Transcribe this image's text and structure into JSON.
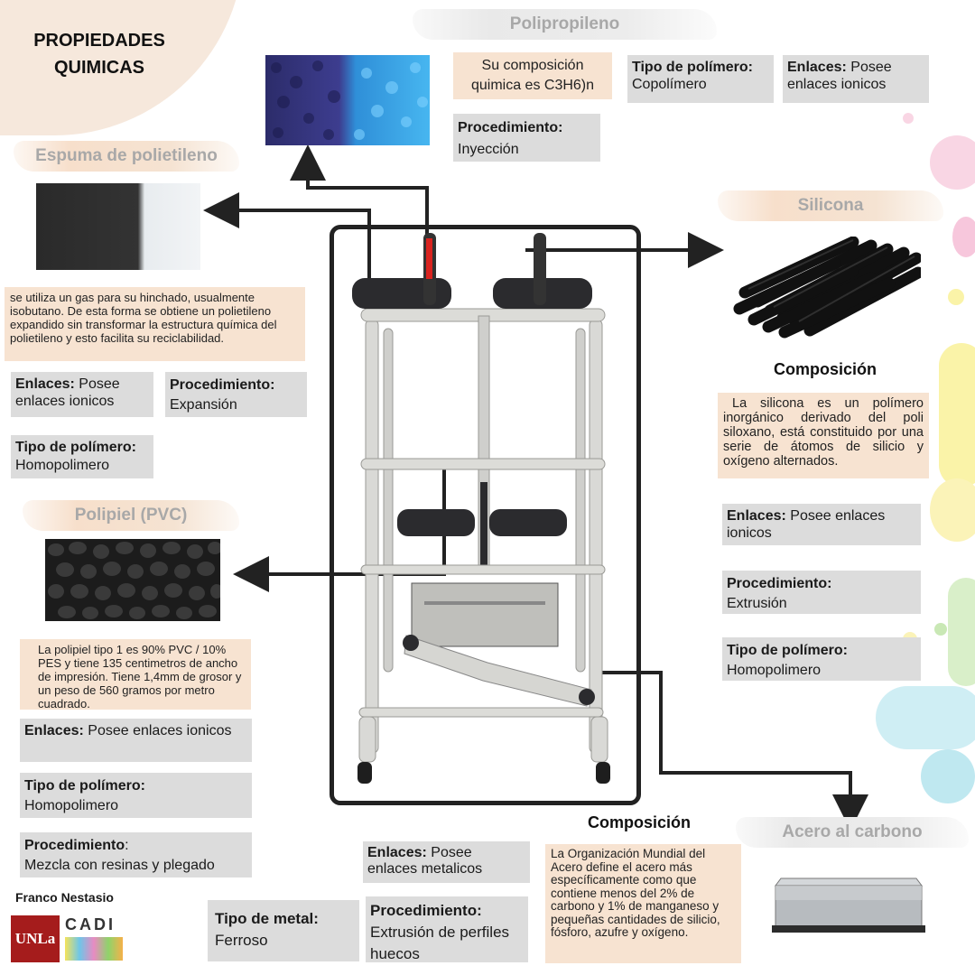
{
  "page": {
    "title": "PROPIEDADES QUIMICAS"
  },
  "polipropileno": {
    "label": "Polipropileno",
    "composicion": "Su composición quimica es C3H6)n",
    "tipo_label": "Tipo de polímero:",
    "tipo_value": "Copolímero",
    "enlaces_label": "Enlaces:",
    "enlaces_value": "Posee enlaces ionicos",
    "proc_label": "Procedimiento:",
    "proc_value": "Inyección"
  },
  "espuma": {
    "label": "Espuma de polietileno",
    "desc": "se utiliza un gas para su hinchado, usualmente isobutano. De esta forma se obtiene un polietileno expandido sin transformar la estructura química del polietileno y esto facilita su reciclabilidad.",
    "enlaces_label": "Enlaces:",
    "enlaces_value": "Posee enlaces ionicos",
    "proc_label": "Procedimiento:",
    "proc_value": "Expansión",
    "tipo_label": "Tipo de polímero:",
    "tipo_value": "Homopolimero"
  },
  "polipiel": {
    "label": "Polipiel (PVC)",
    "desc": "La polipiel tipo 1 es 90% PVC / 10% PES y tiene 135 centimetros de ancho de impresión. Tiene 1,4mm de grosor y un peso de 560 gramos por metro cuadrado.",
    "enlaces_label": "Enlaces:",
    "enlaces_value": "Posee enlaces ionicos",
    "tipo_label": "Tipo de polímero:",
    "tipo_value": "Homopolimero",
    "proc_label": "Procedimiento",
    "proc_colon": ":",
    "proc_value": "Mezcla con resinas y plegado"
  },
  "silicona": {
    "label": "Silicona",
    "composicion_title": "Composición",
    "composicion": "La silicona es un polímero inorgánico derivado del poli siloxano, está constituido por una serie de átomos de silicio y oxígeno alternados.",
    "enlaces_label": "Enlaces:",
    "enlaces_value": "Posee enlaces ionicos",
    "proc_label": "Procedimiento:",
    "proc_value": "Extrusión",
    "tipo_label": "Tipo de polímero:",
    "tipo_value": "Homopolimero"
  },
  "acero": {
    "label": "Acero al carbono",
    "composicion_title": "Composición",
    "composicion": "La Organización Mundial del Acero define el acero más específicamente como que contiene menos del 2% de carbono y 1% de manganeso y pequeñas cantidades de silicio, fósforo, azufre y oxígeno.",
    "enlaces_label": "Enlaces:",
    "enlaces_value": "Posee enlaces metalicos",
    "proc_label": "Procedimiento:",
    "proc_value": "Extrusión de perfiles huecos",
    "tipo_label": "Tipo de metal:",
    "tipo_value": "Ferroso"
  },
  "footer": {
    "author": "Franco Nestasio",
    "logo_unla": "UNLa",
    "logo_cadi": "CADI"
  }
}
